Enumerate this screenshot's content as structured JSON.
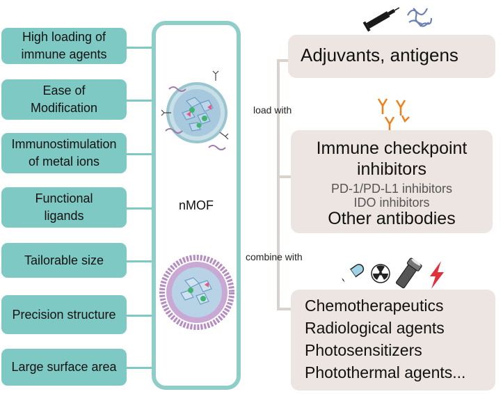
{
  "features": [
    {
      "text": "High loading of\nimmune agents"
    },
    {
      "text": "Ease of\nModification"
    },
    {
      "text": "Immunostimulation\nof metal ions"
    },
    {
      "text": "Functional\nligands"
    },
    {
      "text": "Tailorable size"
    },
    {
      "text": "Precision structure"
    },
    {
      "text": "Large surface area"
    }
  ],
  "center_label": "nMOF",
  "load_label": "load with",
  "combine_label": "combine with",
  "boxes": {
    "adjuvants": "Adjuvants, antigens",
    "checkpoint_title_1": "Immune checkpoint",
    "checkpoint_title_2": "inhibitors",
    "checkpoint_sub_1": "PD-1/PD-L1 inhibitors",
    "checkpoint_sub_2": "IDO inhibitors",
    "checkpoint_other": "Other antibodies",
    "therapy_1": "Chemotherapeutics",
    "therapy_2": "Radiological agents",
    "therapy_3": "Photosensitizers",
    "therapy_4": "Photothermal agents..."
  },
  "icons": [
    "syringe-icon",
    "protein-icon",
    "antibody-icon",
    "pill-icon",
    "radiation-icon",
    "flashlight-icon",
    "lightning-icon"
  ],
  "colors": {
    "teal": "#7ec9c3",
    "box": "#ede5e1",
    "antibody": "#f07f1a",
    "lightning": "#e0313a"
  }
}
